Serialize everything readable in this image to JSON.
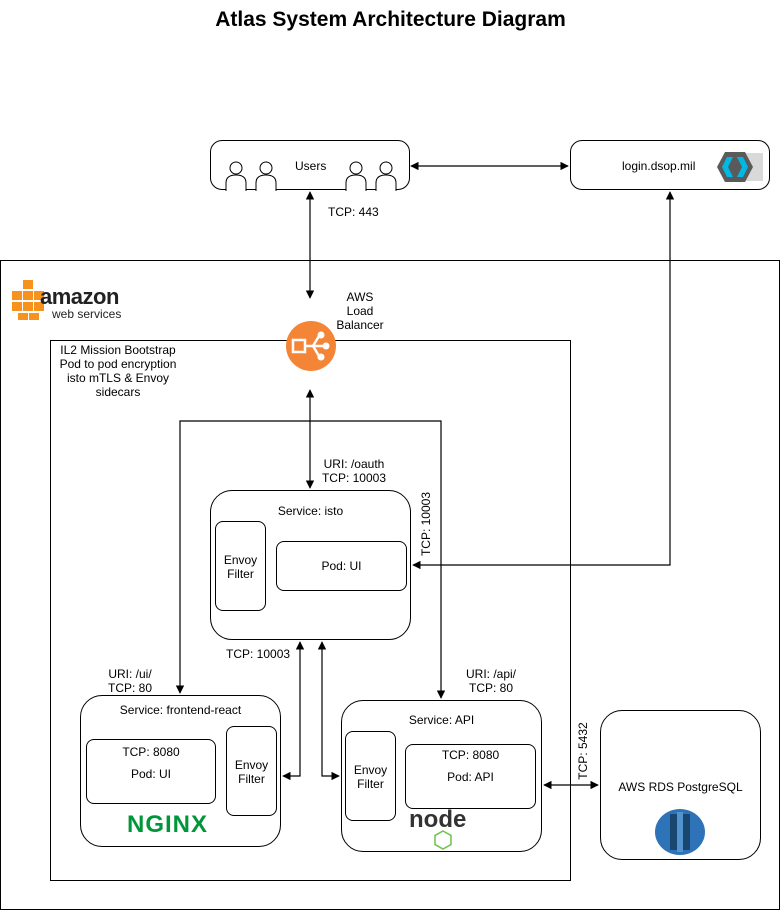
{
  "title": "Atlas System Architecture Diagram",
  "users": {
    "label": "Users"
  },
  "login": {
    "label": "login.dsop.mil"
  },
  "tcp443": "TCP: 443",
  "aws_logo": {
    "line1": "amazon",
    "line2": "web services"
  },
  "lb": {
    "line1": "AWS",
    "line2": "Load",
    "line3": "Balancer"
  },
  "mission": {
    "line1": "IL2 Mission Bootstrap",
    "line2": "Pod to pod encryption",
    "line3": "isto mTLS & Envoy",
    "line4": "sidecars"
  },
  "oauth": {
    "line1": "URI: /oauth",
    "line2": "TCP: 10003"
  },
  "isto": {
    "title": "Service: isto",
    "envoy1": "Envoy",
    "envoy2": "Filter",
    "pod": "Pod: UI"
  },
  "tcp10003_right": "TCP: 10003",
  "tcp10003_left": "TCP: 10003",
  "ui_uri": {
    "line1": "URI: /ui/",
    "line2": "TCP: 80"
  },
  "api_uri": {
    "line1": "URI: /api/",
    "line2": "TCP: 80"
  },
  "frontend": {
    "title": "Service: frontend-react",
    "tcp": "TCP: 8080",
    "pod": "Pod: UI",
    "envoy1": "Envoy",
    "envoy2": "Filter",
    "logo": "NGINX"
  },
  "api": {
    "title": "Service: API",
    "tcp": "TCP: 8080",
    "pod": "Pod: API",
    "envoy1": "Envoy",
    "envoy2": "Filter",
    "logo": "node"
  },
  "tcp5432": "TCP: 5432",
  "rds": {
    "label": "AWS RDS PostgreSQL"
  },
  "colors": {
    "aws_orange": "#f7921e",
    "lb_orange": "#f58536",
    "nginx_green": "#009639",
    "rds_blue": "#2e73b8"
  }
}
